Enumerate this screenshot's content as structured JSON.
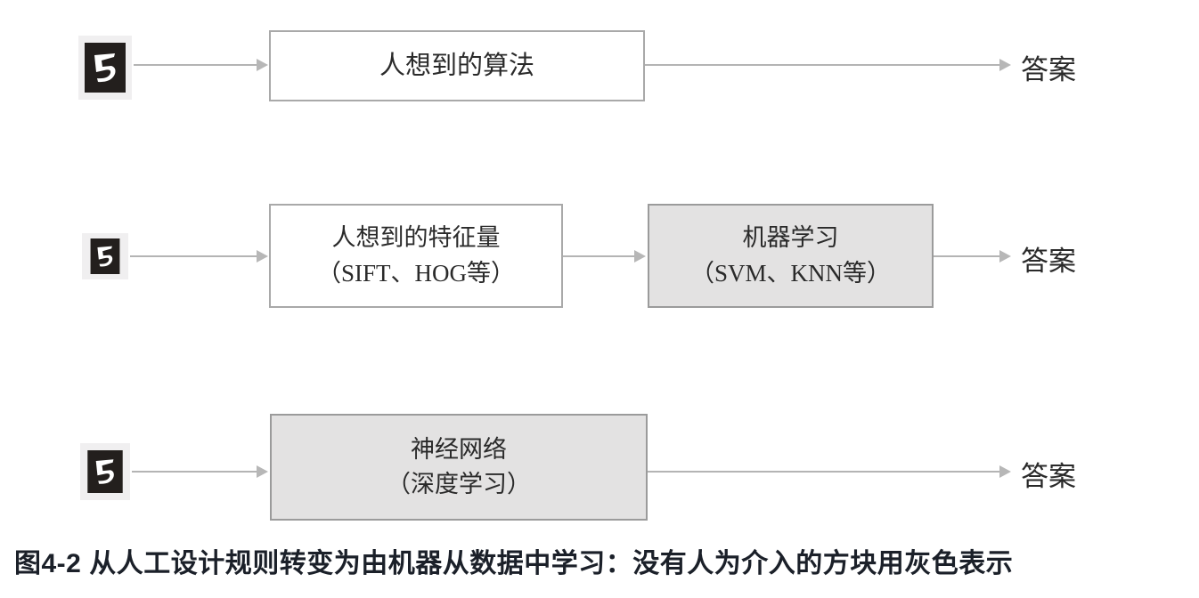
{
  "figure": {
    "caption": "图4-2 从人工设计规则转变为由机器从数据中学习：没有人为介入的方块用灰色表示",
    "colors": {
      "shaded_fill": "#e3e2e2",
      "plain_fill": "#ffffff",
      "box_border": "#a9a9a9",
      "connector": "#b4b4b4",
      "icon_background": "#231f1d",
      "icon_glyph": "#ffffff",
      "caption_text": "#1b2029"
    },
    "rows": [
      {
        "id": "row-rule-based",
        "input_icon": "handwritten-digit-five-icon",
        "boxes": [
          {
            "id": "box-human-algorithm",
            "shaded": false,
            "lines": [
              "人想到的算法"
            ]
          }
        ],
        "output_label": "答案"
      },
      {
        "id": "row-machine-learning",
        "input_icon": "handwritten-digit-five-icon",
        "boxes": [
          {
            "id": "box-human-features",
            "shaded": false,
            "lines": [
              "人想到的特征量",
              "（SIFT、HOG等）"
            ]
          },
          {
            "id": "box-machine-learning",
            "shaded": true,
            "lines": [
              "机器学习",
              "（SVM、KNN等）"
            ]
          }
        ],
        "output_label": "答案"
      },
      {
        "id": "row-deep-learning",
        "input_icon": "handwritten-digit-five-icon",
        "boxes": [
          {
            "id": "box-neural-network",
            "shaded": true,
            "lines": [
              "神经网络",
              "（深度学习）"
            ]
          }
        ],
        "output_label": "答案"
      }
    ]
  }
}
